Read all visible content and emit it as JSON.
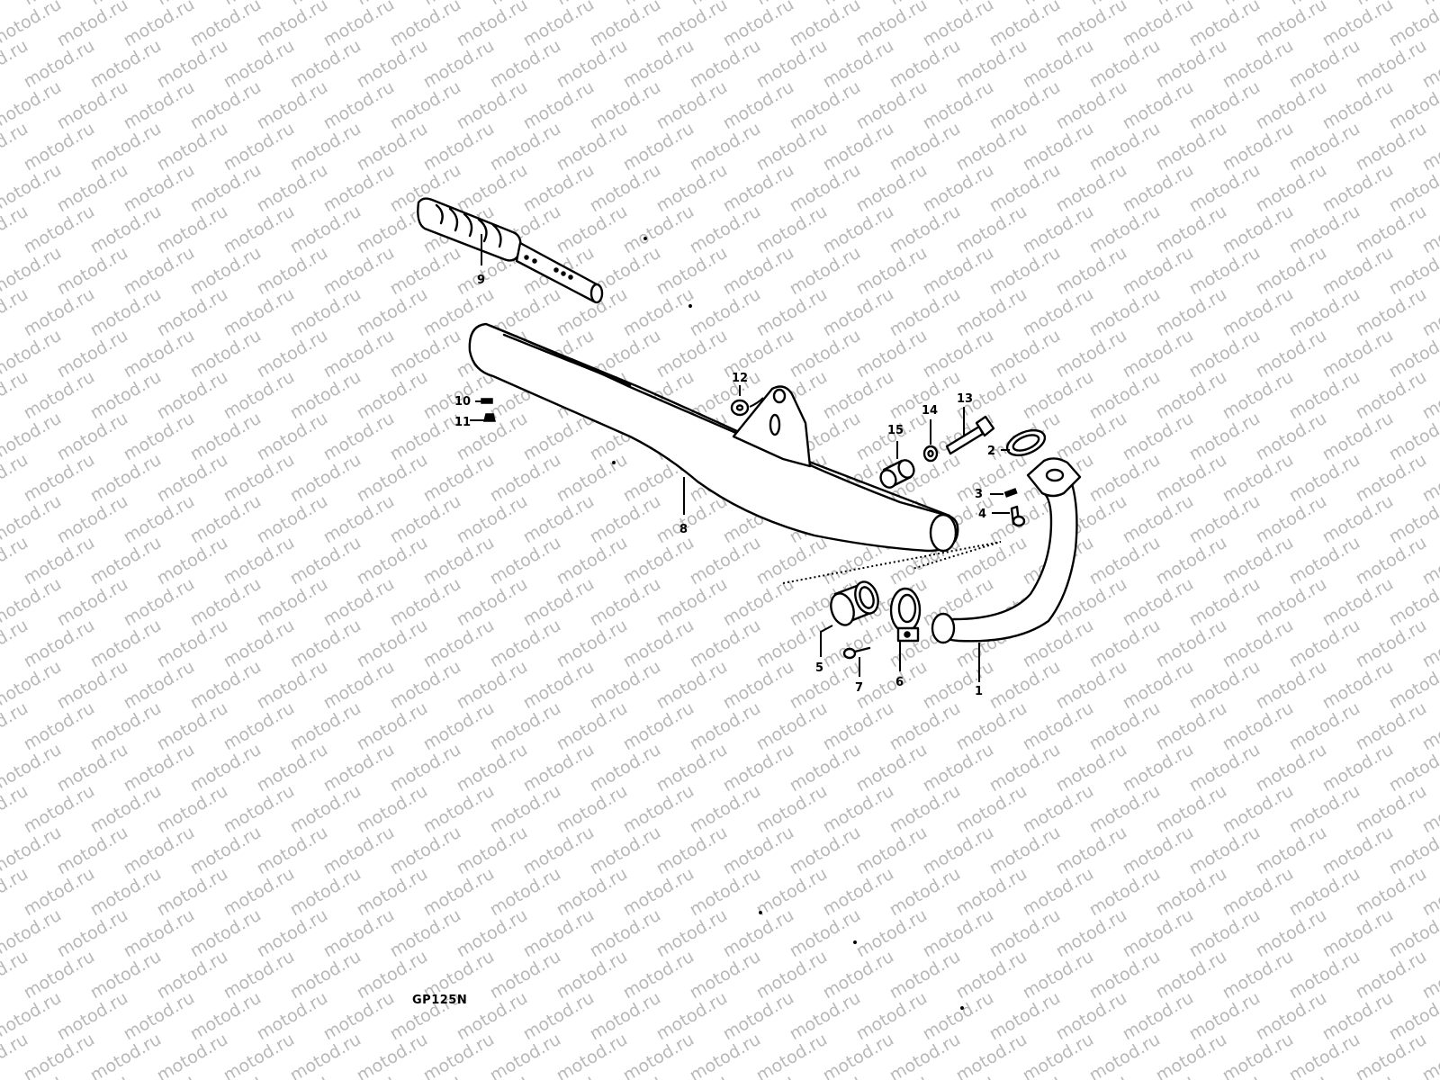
{
  "watermark": "motod.ru",
  "model_code": "GP125N",
  "callouts": {
    "p1": "1",
    "p2": "2",
    "p3": "3",
    "p4": "4",
    "p5": "5",
    "p6": "6",
    "p7": "7",
    "p8": "8",
    "p9": "9",
    "p10": "10",
    "p11": "11",
    "p12": "12",
    "p13": "13",
    "p14": "14",
    "p15": "15"
  }
}
